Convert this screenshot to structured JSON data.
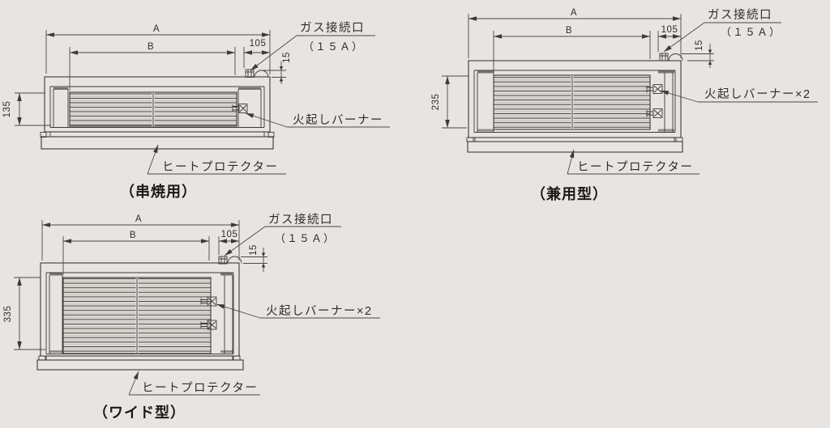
{
  "page": {
    "background": "#e8e4e1",
    "ink": "#3c3a38"
  },
  "diagrams": [
    {
      "caption": "（串焼用）",
      "dim_a": "A",
      "dim_b": "B",
      "dim_offset": "105",
      "dim_port_height": "15",
      "dim_body_height": "135",
      "label_gas_port": "ガス接続口",
      "label_gas_port_size": "（１５Ａ）",
      "label_burner": "火起しバーナー",
      "label_heat_protector": "ヒートプロテクター"
    },
    {
      "caption": "（兼用型）",
      "dim_a": "A",
      "dim_b": "B",
      "dim_offset": "105",
      "dim_port_height": "15",
      "dim_body_height": "235",
      "label_gas_port": "ガス接続口",
      "label_gas_port_size": "（１５Ａ）",
      "label_burner": "火起しバーナー×2",
      "label_heat_protector": "ヒートプロテクター"
    },
    {
      "caption": "（ワイド型）",
      "dim_a": "A",
      "dim_b": "B",
      "dim_offset": "105",
      "dim_port_height": "15",
      "dim_body_height": "335",
      "label_gas_port": "ガス接続口",
      "label_gas_port_size": "（１５Ａ）",
      "label_burner": "火起しバーナー×2",
      "label_heat_protector": "ヒートプロテクター"
    }
  ]
}
